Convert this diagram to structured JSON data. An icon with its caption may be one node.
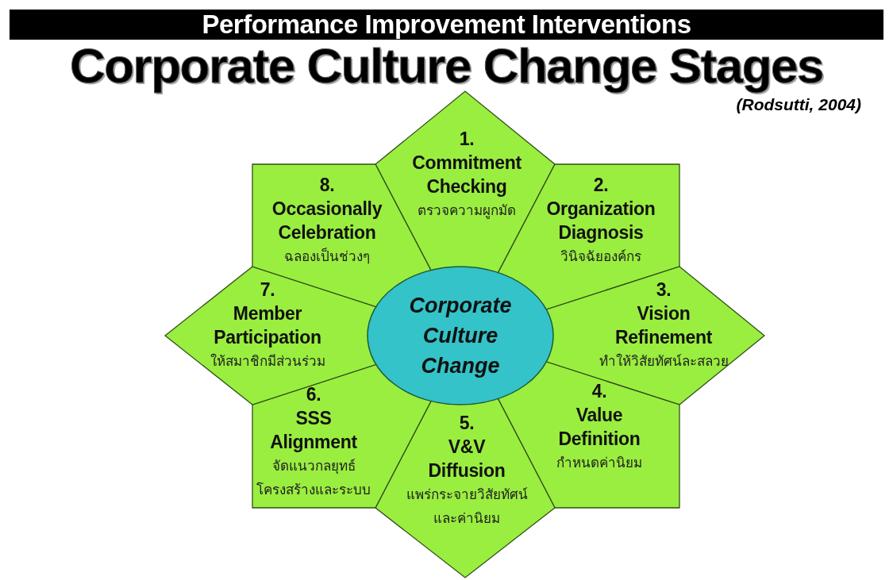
{
  "diagram": {
    "title": "Corporate Culture Change Stages",
    "nodes": [
      {
        "text": [
          "1.",
          "Commitment Checking",
          "ตรวจความผูกมัด"
        ]
      },
      {
        "text": [
          "2.",
          "Organization Diagnosis",
          "วินิจฉัยองค์กร"
        ]
      },
      {
        "text": [
          "3.",
          "Vision Refinement",
          "ทำให้วิสัยทัศน์ละสลวย"
        ]
      },
      {
        "text": [
          "4.",
          "Value Definition",
          "กำหนดค่านิยม"
        ]
      },
      {
        "text": [
          "5.",
          "V&V Diffusion",
          "แพร่กระจายวิสัยทัศน์ และค่านิยม"
        ]
      },
      {
        "text": [
          "6.",
          "SSS Alignment",
          "จัดแนวกลยุทธ์ โครงสร้างและระบบ"
        ]
      },
      {
        "text": [
          "7.",
          "Member Participation",
          "ให้สมาชิกมีส่วนร่วม"
        ]
      },
      {
        "text": [
          "8.",
          "Occasionally Celebration",
          "ฉลองเป็นช่วงๆ"
        ]
      },
      {
        "text": [
          "Corporate Culture Change"
        ]
      }
    ],
    "labels": [
      "Performance Improvement Interventions",
      "(Rodsutti, 2004)"
    ]
  }
}
